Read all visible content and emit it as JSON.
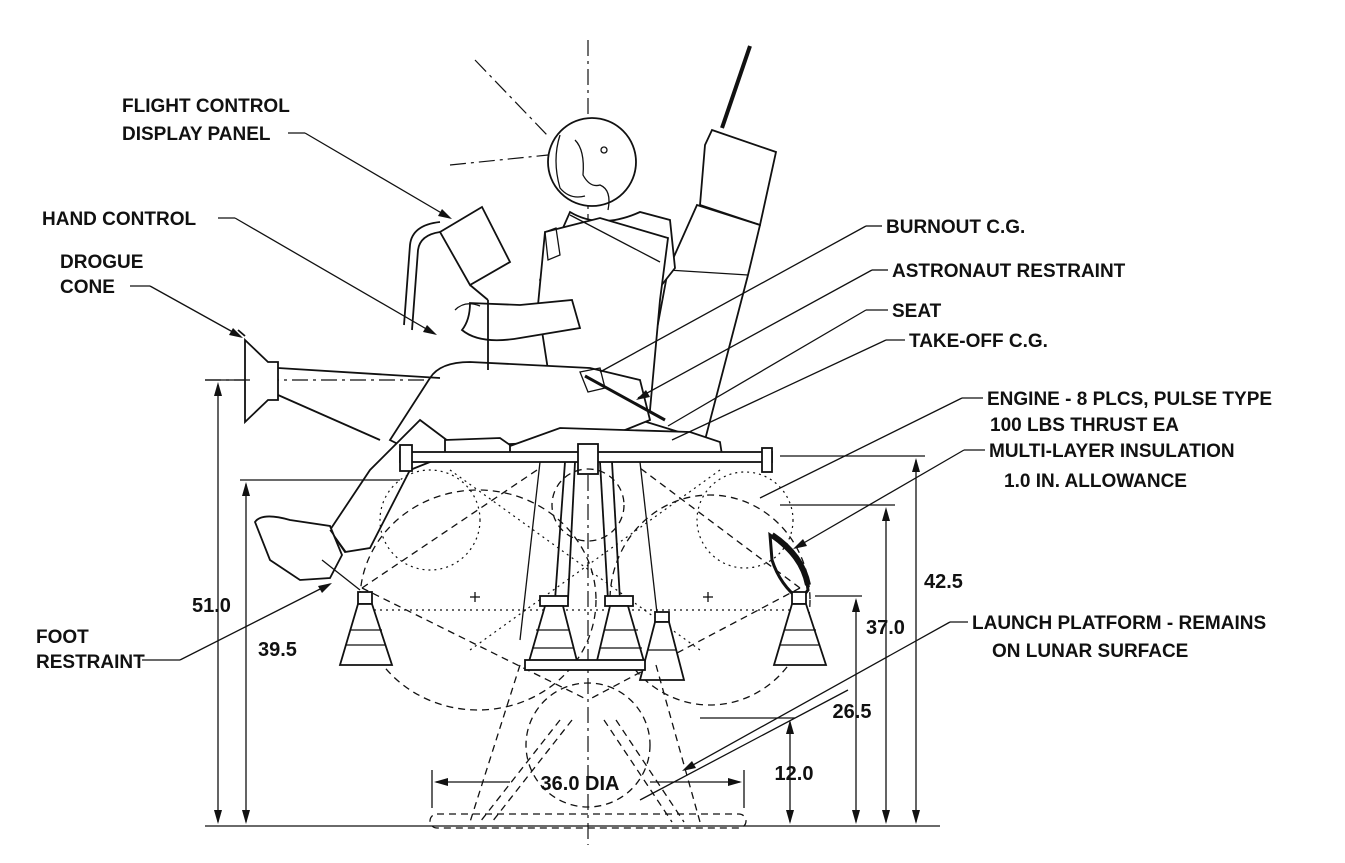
{
  "labels": {
    "flight_control": [
      "FLIGHT CONTROL",
      "DISPLAY PANEL"
    ],
    "hand_control": "HAND CONTROL",
    "drogue_cone": [
      "DROGUE",
      "CONE"
    ],
    "burnout_cg": "BURNOUT C.G.",
    "astronaut_restraint": "ASTRONAUT RESTRAINT",
    "seat": "SEAT",
    "takeoff_cg": "TAKE-OFF C.G.",
    "engine": [
      "ENGINE - 8 PLCS, PULSE TYPE",
      "100 LBS THRUST EA"
    ],
    "insulation": [
      "MULTI-LAYER INSULATION",
      "1.0 IN.  ALLOWANCE"
    ],
    "foot_restraint": [
      "FOOT",
      "RESTRAINT"
    ],
    "launch_platform": [
      "LAUNCH PLATFORM - REMAINS",
      "ON LUNAR SURFACE"
    ]
  },
  "dimensions": {
    "d51": "51.0",
    "d39": "39.5",
    "d42": "42.5",
    "d37": "37.0",
    "d26": "26.5",
    "d12": "12.0",
    "dia": "36.0 DIA"
  }
}
